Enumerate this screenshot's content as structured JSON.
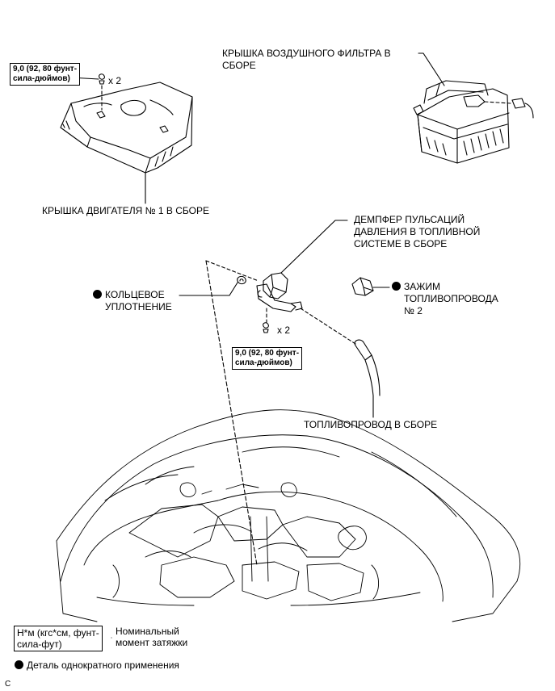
{
  "labels": {
    "air_cleaner_cap": [
      "КРЫШКА ВОЗДУШНОГО ФИЛЬТРА В",
      "СБОРЕ"
    ],
    "engine_cover": "КРЫШКА ДВИГАТЕЛЯ № 1 В СБОРЕ",
    "damper": [
      "ДЕМПФЕР ПУЛЬСАЦИЙ",
      "ДАВЛЕНИЯ В ТОПЛИВНОЙ",
      "СИСТЕМЕ В СБОРЕ"
    ],
    "o_ring": [
      "КОЛЬЦЕВОЕ",
      "УПЛОТНЕНИЕ"
    ],
    "fuel_clamp": [
      "ЗАЖИМ",
      "ТОПЛИВОПРОВОДА",
      "№ 2"
    ],
    "fuel_tube": "ТОПЛИВОПРОВОД В СБОРЕ"
  },
  "torque": {
    "cover_nuts": [
      "9,0 (92, 80 фунт-",
      "сила-дюймов)"
    ],
    "damper_bolts": [
      "9,0 (92, 80 фунт-",
      "сила-дюймов)"
    ]
  },
  "quantities": {
    "cover_nuts": "x 2",
    "damper_bolts": "x 2"
  },
  "legend": {
    "torque_unit": [
      "Н*м (кгс*см, фунт-",
      "сила-фут)"
    ],
    "torque_desc": [
      "Номинальный",
      "момент затяжки"
    ],
    "non_reusable": "Деталь однократного применения"
  },
  "corner_mark": "C",
  "icons": [
    "non-reusable-dot-icon"
  ]
}
